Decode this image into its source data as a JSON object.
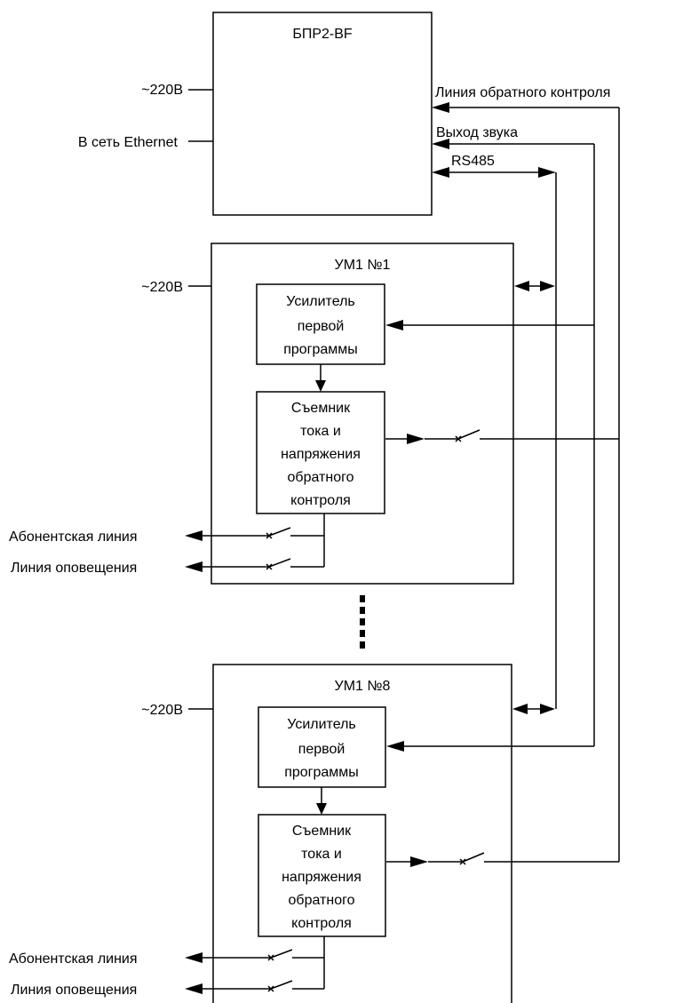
{
  "bpr": {
    "title": "БПР2-BF",
    "power_label": "~220В",
    "ethernet_label": "В сеть Ethernet",
    "feedback_line_label": "Линия обратного контроля",
    "sound_out_label": "Выход звука",
    "rs485_label": "RS485"
  },
  "um1": {
    "title": "УМ1 №1",
    "power_label": "~220В",
    "amplifier": [
      "Усилитель",
      "первой",
      "программы"
    ],
    "sensor": [
      "Съемник",
      "тока и",
      "напряжения",
      "обратного",
      "контроля"
    ],
    "subscriber_line": "Абонентская линия",
    "alert_line": "Линия оповещения"
  },
  "um8": {
    "title": "УМ1 №8",
    "power_label": "~220В",
    "amplifier": [
      "Усилитель",
      "первой",
      "программы"
    ],
    "sensor": [
      "Съемник",
      "тока и",
      "напряжения",
      "обратного",
      "контроля"
    ],
    "subscriber_line": "Абонентская линия",
    "alert_line": "Линия оповещения"
  }
}
